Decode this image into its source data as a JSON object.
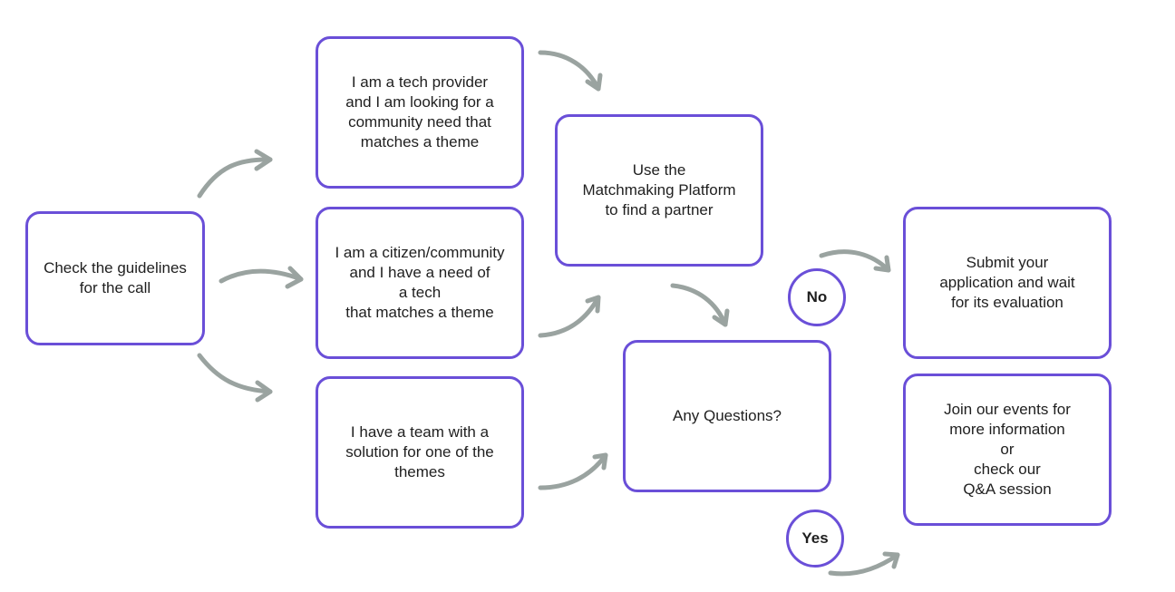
{
  "colors": {
    "box_border": "#6a4fd8",
    "arrow": "#9aa3a0",
    "text": "#1f1f1f"
  },
  "nodes": {
    "guidelines": "Check the guidelines\nfor the call",
    "tech_provider": "I am a tech provider\nand I am looking for a\ncommunity need that\nmatches a theme",
    "citizen": "I am a  citizen/community\nand I have a need of\na tech\nthat matches a theme",
    "team": "I have a team with a\nsolution for one of the\nthemes",
    "matchmaking": "Use the\nMatchmaking Platform\nto find a partner",
    "questions": "Any Questions?",
    "submit": "Submit your\napplication and wait\nfor its evaluation",
    "events": "Join our events for\nmore information\nor\ncheck our\nQ&A session"
  },
  "decisions": {
    "no": "No",
    "yes": "Yes"
  }
}
